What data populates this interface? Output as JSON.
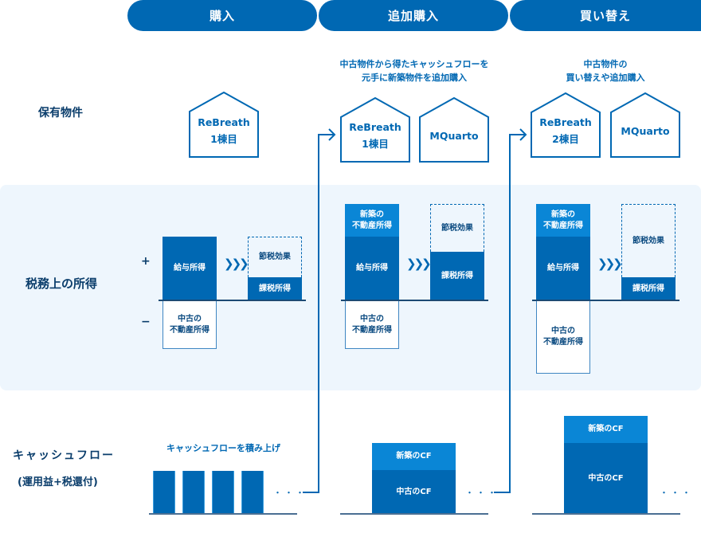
{
  "colors": {
    "primary": "#0068b3",
    "light_blue": "#0a86d6",
    "band_bg": "#eef6fd",
    "label_text": "#0a3d6b"
  },
  "phases": [
    {
      "label": "購入"
    },
    {
      "label": "追加購入"
    },
    {
      "label": "買い替え"
    }
  ],
  "rows": {
    "holdings": "保有物件",
    "tax_income": "税務上の所得",
    "cashflow_line1": "キャッシュフロー",
    "cashflow_line2": "(運用益+税還付)"
  },
  "captions": {
    "phase2_line1": "中古物件から得たキャッシュフローを",
    "phase2_line2": "元手に新築物件を追加購入",
    "phase3_line1": "中古物件の",
    "phase3_line2": "買い替えや追加購入",
    "phase1_cf": "キャッシュフローを積み上げ"
  },
  "houses": {
    "p1_a_line1": "ReBreath",
    "p1_a_line2": "1棟目",
    "p2_a_line1": "ReBreath",
    "p2_a_line2": "1棟目",
    "p2_b_line1": "MQuarto",
    "p3_a_line1": "ReBreath",
    "p3_a_line2": "2棟目",
    "p3_b_line1": "MQuarto"
  },
  "tax": {
    "plus": "+",
    "minus": "−",
    "salary": "給与所得",
    "used_re_line1": "中古の",
    "used_re_line2": "不動産所得",
    "new_re_line1": "新築の",
    "new_re_line2": "不動産所得",
    "tax_saving": "節税効果",
    "taxable": "課税所得",
    "chevrons": "❯❯❯"
  },
  "cf": {
    "new_cf": "新築のCF",
    "used_cf": "中古のCF",
    "ellipsis": "・・・"
  }
}
